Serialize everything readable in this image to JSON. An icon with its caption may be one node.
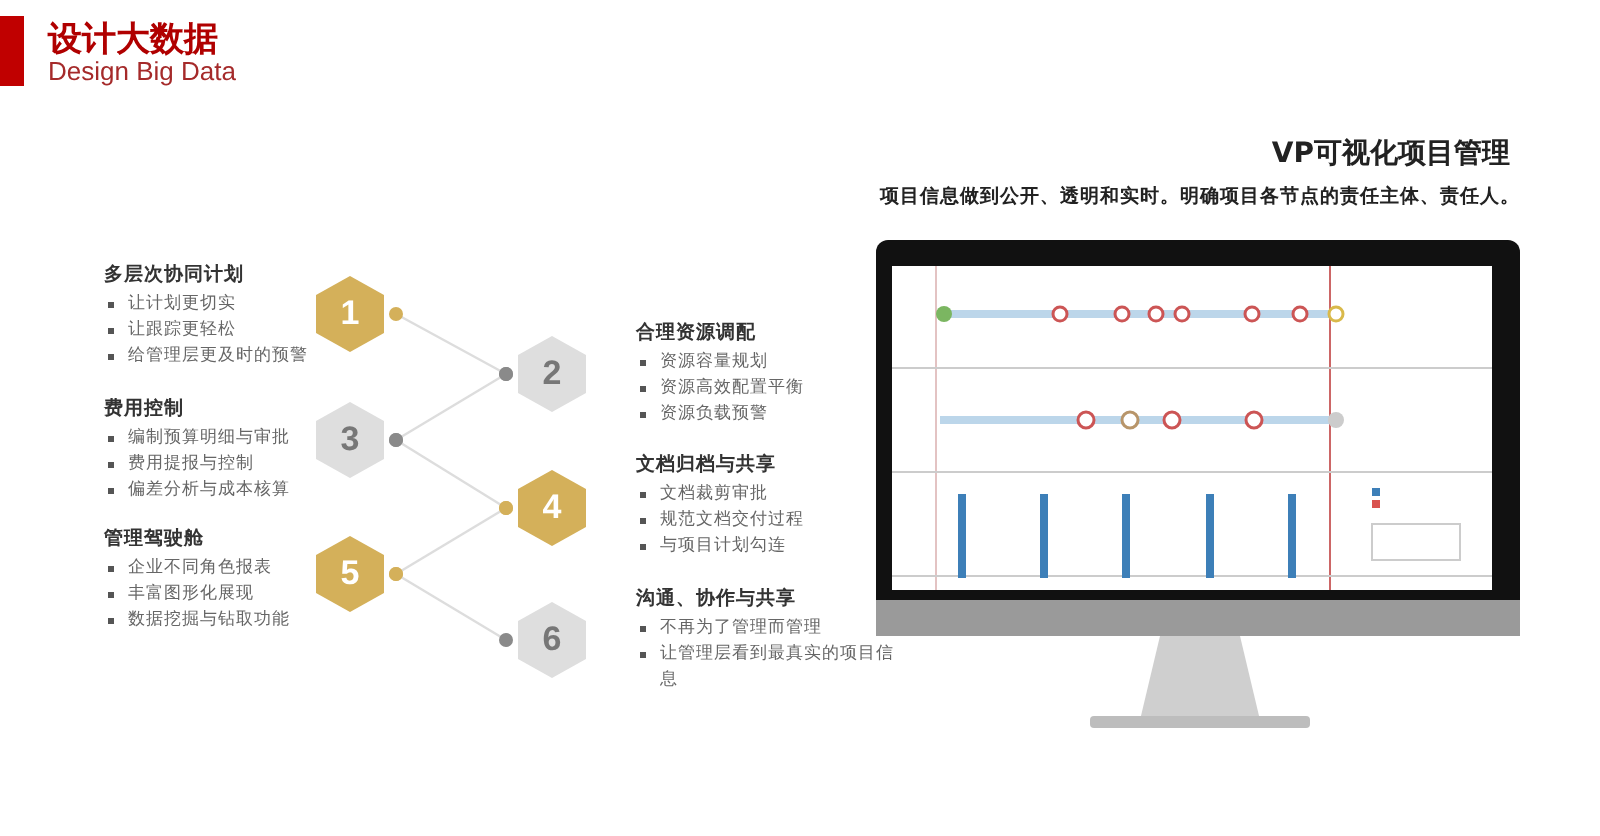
{
  "diagram": {
    "title": "设计大数据",
    "nodes": [
      {
        "text": [
          "1"
        ],
        "beside": [
          "多层次协同计划",
          "让计划更切实",
          "让跟踪更轻松",
          "给管理层更及时的预警"
        ]
      },
      {
        "text": [
          "2"
        ],
        "beside": [
          "合理资源调配",
          "资源容量规划",
          "资源高效配置平衡",
          "资源负载预警"
        ]
      },
      {
        "text": [
          "3"
        ],
        "beside": [
          "费用控制",
          "编制预算明细与审批",
          "费用提报与控制",
          "偏差分析与成本核算"
        ]
      },
      {
        "text": [
          "4"
        ],
        "beside": [
          "文档归档与共享",
          "文档裁剪审批",
          "规范文档交付过程",
          "与项目计划勾连"
        ]
      },
      {
        "text": [
          "5"
        ],
        "beside": [
          "管理驾驶舱",
          "企业不同角色报表",
          "丰富图形化展现",
          "数据挖掘与钻取功能"
        ]
      },
      {
        "text": [
          "6"
        ],
        "beside": [
          "沟通、协作与共享",
          "不再为了管理而管理",
          "让管理层看到最真实的项目信息"
        ]
      }
    ],
    "edges": [
      {
        "from": 0,
        "to": 1,
        "arrow": "other"
      },
      {
        "from": 1,
        "to": 2,
        "arrow": "other"
      },
      {
        "from": 2,
        "to": 3,
        "arrow": "other"
      },
      {
        "from": 3,
        "to": 4,
        "arrow": "other"
      },
      {
        "from": 4,
        "to": 5,
        "arrow": "other"
      }
    ],
    "labels": [
      "Design Big Data",
      "VP可视化项目管理",
      "项目信息做到公开、透明和实时。明确项目各节点的责任主体、责任人。"
    ]
  }
}
